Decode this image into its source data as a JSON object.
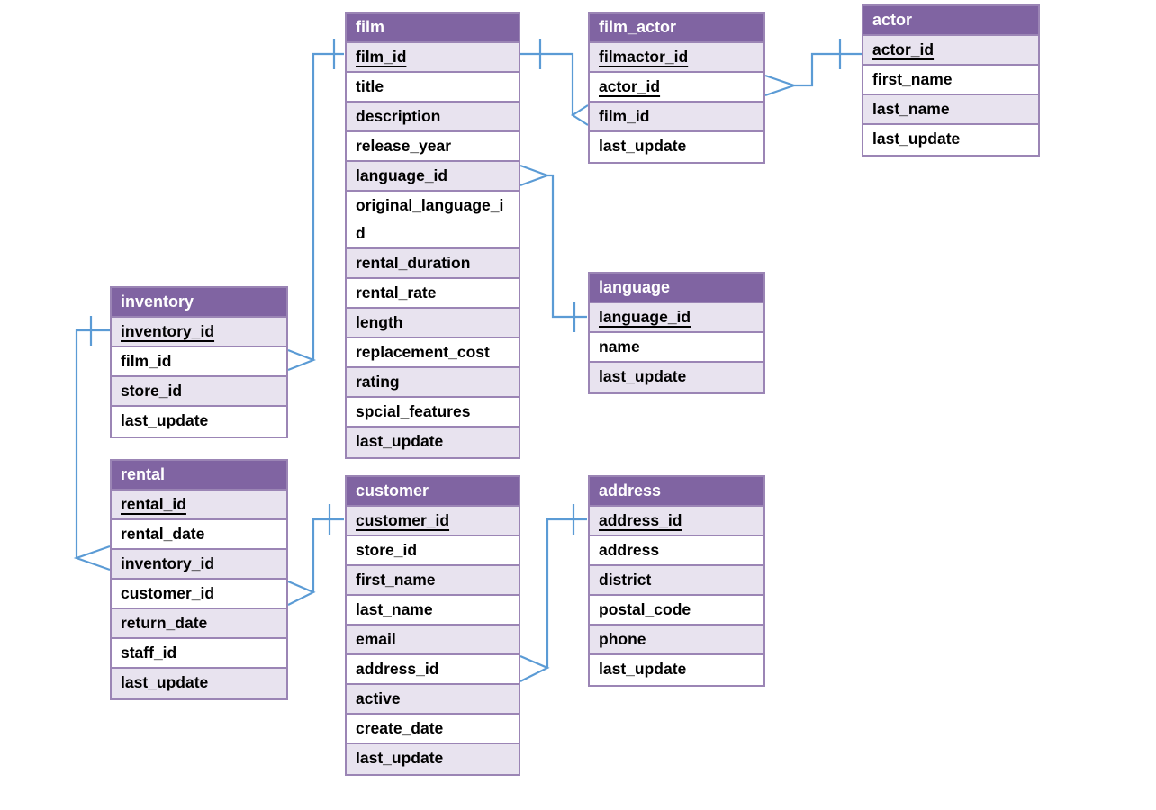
{
  "colors": {
    "header_fill": "#8064A2",
    "table_border": "#9B85B5",
    "row_alt_fill": "#E8E3EF",
    "row_fill": "#FFFFFF",
    "connector": "#5B9BD5",
    "header_text": "#FFFFFF",
    "field_text": "#000000"
  },
  "entities": {
    "film": {
      "title": "film",
      "fields": [
        {
          "name": "film_id",
          "pk": true
        },
        {
          "name": "title",
          "pk": false
        },
        {
          "name": "description",
          "pk": false
        },
        {
          "name": "release_year",
          "pk": false
        },
        {
          "name": "language_id",
          "pk": false
        },
        {
          "name": "original_language_id",
          "pk": false
        },
        {
          "name": "rental_duration",
          "pk": false
        },
        {
          "name": "rental_rate",
          "pk": false
        },
        {
          "name": "length",
          "pk": false
        },
        {
          "name": "replacement_cost",
          "pk": false
        },
        {
          "name": "rating",
          "pk": false
        },
        {
          "name": "spcial_features",
          "pk": false
        },
        {
          "name": "last_update",
          "pk": false
        }
      ]
    },
    "film_actor": {
      "title": "film_actor",
      "fields": [
        {
          "name": "filmactor_id",
          "pk": true
        },
        {
          "name": "actor_id",
          "pk": true
        },
        {
          "name": "film_id",
          "pk": false
        },
        {
          "name": "last_update",
          "pk": false
        }
      ]
    },
    "actor": {
      "title": "actor",
      "fields": [
        {
          "name": "actor_id",
          "pk": true
        },
        {
          "name": "first_name",
          "pk": false
        },
        {
          "name": "last_name",
          "pk": false
        },
        {
          "name": "last_update",
          "pk": false
        }
      ]
    },
    "inventory": {
      "title": "inventory",
      "fields": [
        {
          "name": "inventory_id",
          "pk": true
        },
        {
          "name": "film_id",
          "pk": false
        },
        {
          "name": "store_id",
          "pk": false
        },
        {
          "name": "last_update",
          "pk": false
        }
      ]
    },
    "language": {
      "title": "language",
      "fields": [
        {
          "name": "language_id",
          "pk": true
        },
        {
          "name": "name",
          "pk": false
        },
        {
          "name": "last_update",
          "pk": false
        }
      ]
    },
    "rental": {
      "title": "rental",
      "fields": [
        {
          "name": "rental_id",
          "pk": true
        },
        {
          "name": "rental_date",
          "pk": false
        },
        {
          "name": "inventory_id",
          "pk": false
        },
        {
          "name": "customer_id",
          "pk": false
        },
        {
          "name": "return_date",
          "pk": false
        },
        {
          "name": "staff_id",
          "pk": false
        },
        {
          "name": "last_update",
          "pk": false
        }
      ]
    },
    "customer": {
      "title": "customer",
      "fields": [
        {
          "name": "customer_id",
          "pk": true
        },
        {
          "name": "store_id",
          "pk": false
        },
        {
          "name": "first_name",
          "pk": false
        },
        {
          "name": "last_name",
          "pk": false
        },
        {
          "name": "email",
          "pk": false
        },
        {
          "name": "address_id",
          "pk": false
        },
        {
          "name": "active",
          "pk": false
        },
        {
          "name": "create_date",
          "pk": false
        },
        {
          "name": "last_update",
          "pk": false
        }
      ]
    },
    "address": {
      "title": "address",
      "fields": [
        {
          "name": "address_id",
          "pk": true
        },
        {
          "name": "address",
          "pk": false
        },
        {
          "name": "district",
          "pk": false
        },
        {
          "name": "postal_code",
          "pk": false
        },
        {
          "name": "phone",
          "pk": false
        },
        {
          "name": "last_update",
          "pk": false
        }
      ]
    }
  },
  "relationships": [
    {
      "name": "film-film_actor",
      "one": "film.film_id",
      "many": "film_actor.film_id"
    },
    {
      "name": "film_actor-actor",
      "one": "actor.actor_id",
      "many": "film_actor.actor_id"
    },
    {
      "name": "film-language",
      "one": "language.language_id",
      "many": "film.language_id"
    },
    {
      "name": "inventory-film",
      "one": "film.film_id",
      "many": "inventory.film_id"
    },
    {
      "name": "inventory-rental",
      "one": "inventory.inventory_id",
      "many": "rental.inventory_id"
    },
    {
      "name": "rental-customer",
      "one": "customer.customer_id",
      "many": "rental.customer_id"
    },
    {
      "name": "customer-address",
      "one": "address.address_id",
      "many": "customer.address_id"
    }
  ]
}
